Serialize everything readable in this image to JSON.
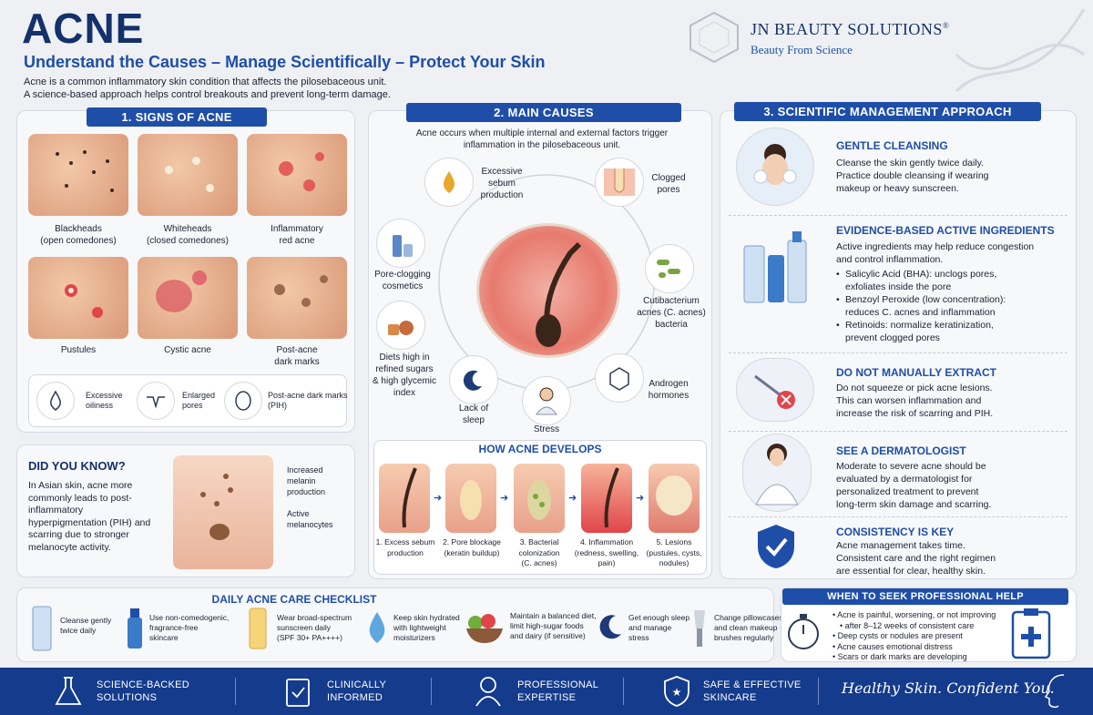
{
  "header": {
    "title": "ACNE",
    "subtitle": "Understand the Causes – Manage Scientifically – Protect Your Skin",
    "intro_line1": "Acne is a common inflammatory skin condition that affects the pilosebaceous unit.",
    "intro_line2": "A science-based approach helps control breakouts and prevent long-term damage."
  },
  "brand": {
    "name": "JN BEAUTY SOLUTIONS",
    "registered": "®",
    "tagline": "Beauty From Science"
  },
  "signs": {
    "heading": "1. SIGNS OF ACNE",
    "items": [
      {
        "line1": "Blackheads",
        "line2": "(open comedones)"
      },
      {
        "line1": "Whiteheads",
        "line2": "(closed comedones)"
      },
      {
        "line1": "Inflammatory",
        "line2": "red acne"
      },
      {
        "line1": "Pustules",
        "line2": ""
      },
      {
        "line1": "Cystic acne",
        "line2": ""
      },
      {
        "line1": "Post-acne",
        "line2": "dark marks"
      }
    ],
    "extras": [
      {
        "line1": "Excessive",
        "line2": "oiliness"
      },
      {
        "line1": "Enlarged",
        "line2": "pores"
      },
      {
        "line1": "Post-acne dark marks",
        "line2": "(PIH)"
      }
    ]
  },
  "did_you_know": {
    "heading": "DID YOU KNOW?",
    "text": "In Asian skin, acne more commonly leads to post-inflammatory hyperpigmentation (PIH) and scarring due to stronger melanocyte activity.",
    "label1_line1": "Increased",
    "label1_line2": "melanin",
    "label1_line3": "production",
    "label2_line1": "Active",
    "label2_line2": "melanocytes"
  },
  "causes": {
    "heading": "2. MAIN CAUSES",
    "intro_line1": "Acne occurs when multiple internal and external factors trigger",
    "intro_line2": "inflammation in the pilosebaceous unit.",
    "items": [
      {
        "line1": "Excessive",
        "line2": "sebum",
        "line3": "production"
      },
      {
        "line1": "Clogged",
        "line2": "pores",
        "line3": ""
      },
      {
        "line1": "Pore-clogging",
        "line2": "cosmetics",
        "line3": ""
      },
      {
        "line1": "Cutibacterium",
        "line2": "acnes (C. acnes)",
        "line3": "bacteria"
      },
      {
        "line1": "Diets high in",
        "line2": "refined sugars",
        "line3": "& high glycemic index"
      },
      {
        "line1": "Androgen",
        "line2": "hormones",
        "line3": ""
      },
      {
        "line1": "Lack of",
        "line2": "sleep",
        "line3": ""
      },
      {
        "line1": "Stress",
        "line2": "",
        "line3": ""
      }
    ]
  },
  "develops": {
    "heading": "HOW ACNE DEVELOPS",
    "steps": [
      {
        "line1": "1. Excess sebum",
        "line2": "production",
        "line3": ""
      },
      {
        "line1": "2. Pore blockage",
        "line2": "(keratin buildup)",
        "line3": ""
      },
      {
        "line1": "3. Bacterial",
        "line2": "colonization",
        "line3": "(C. acnes)"
      },
      {
        "line1": "4. Inflammation",
        "line2": "(redness, swelling,",
        "line3": "pain)"
      },
      {
        "line1": "5. Lesions",
        "line2": "(pustules, cysts,",
        "line3": "nodules)"
      }
    ]
  },
  "management": {
    "heading": "3. SCIENTIFIC MANAGEMENT APPROACH",
    "cleansing": {
      "title": "GENTLE CLEANSING",
      "l1": "Cleanse the skin gently twice daily.",
      "l2": "Practice double cleansing if wearing",
      "l3": "makeup or heavy sunscreen."
    },
    "actives": {
      "title": "EVIDENCE-BASED ACTIVE INGREDIENTS",
      "l1": "Active ingredients may help reduce congestion",
      "l2": "and control inflammation.",
      "b1a": "Salicylic Acid (BHA): unclogs pores,",
      "b1b": "exfoliates inside the pore",
      "b2a": "Benzoyl Peroxide (low concentration):",
      "b2b": "reduces C. acnes and inflammation",
      "b3a": "Retinoids: normalize keratinization,",
      "b3b": "prevent clogged pores"
    },
    "extract": {
      "title": "DO NOT MANUALLY EXTRACT",
      "l1": "Do not squeeze or pick acne lesions.",
      "l2": "This can worsen inflammation and",
      "l3": "increase the risk of scarring and PIH."
    },
    "derm": {
      "title": "SEE A DERMATOLOGIST",
      "l1": "Moderate to severe acne should be",
      "l2": "evaluated by a dermatologist for",
      "l3": "personalized treatment to prevent",
      "l4": "long-term skin damage and scarring."
    },
    "consistency": {
      "title": "CONSISTENCY IS KEY",
      "l1": "Acne management takes time.",
      "l2": "Consistent care and the right regimen",
      "l3": "are essential for clear, healthy skin."
    }
  },
  "checklist": {
    "heading": "DAILY ACNE CARE CHECKLIST",
    "items": [
      {
        "line1": "Cleanse gently",
        "line2": "twice daily",
        "line3": ""
      },
      {
        "line1": "Use non-comedogenic,",
        "line2": "fragrance-free",
        "line3": "skincare"
      },
      {
        "line1": "Wear broad-spectrum",
        "line2": "sunscreen daily",
        "line3": "(SPF 30+ PA++++)"
      },
      {
        "line1": "Keep skin hydrated",
        "line2": "with lightweight",
        "line3": "moisturizers"
      },
      {
        "line1": "Maintain a balanced diet,",
        "line2": "limit high-sugar foods",
        "line3": "and dairy (if sensitive)"
      },
      {
        "line1": "Get enough sleep",
        "line2": "and manage",
        "line3": "stress"
      },
      {
        "line1": "Change pillowcases",
        "line2": "and clean makeup",
        "line3": "brushes regularly"
      }
    ]
  },
  "seek_help": {
    "heading": "WHEN TO SEEK PROFESSIONAL HELP",
    "items": [
      "Acne is painful, worsening, or not improving",
      "after 8–12 weeks of consistent care",
      "Deep cysts or nodules are present",
      "Acne causes emotional distress",
      "Scars or dark marks are developing"
    ]
  },
  "footer": {
    "items": [
      {
        "line1": "SCIENCE-BACKED",
        "line2": "SOLUTIONS"
      },
      {
        "line1": "CLINICALLY",
        "line2": "INFORMED"
      },
      {
        "line1": "PROFESSIONAL",
        "line2": "EXPERTISE"
      },
      {
        "line1": "SAFE & EFFECTIVE",
        "line2": "SKINCARE"
      }
    ],
    "slogan": "Healthy Skin. Confident You."
  },
  "colors": {
    "primary": "#1e4ea8",
    "navy": "#14316b",
    "footer": "#143b8c",
    "inflamed": "#e0454a"
  }
}
